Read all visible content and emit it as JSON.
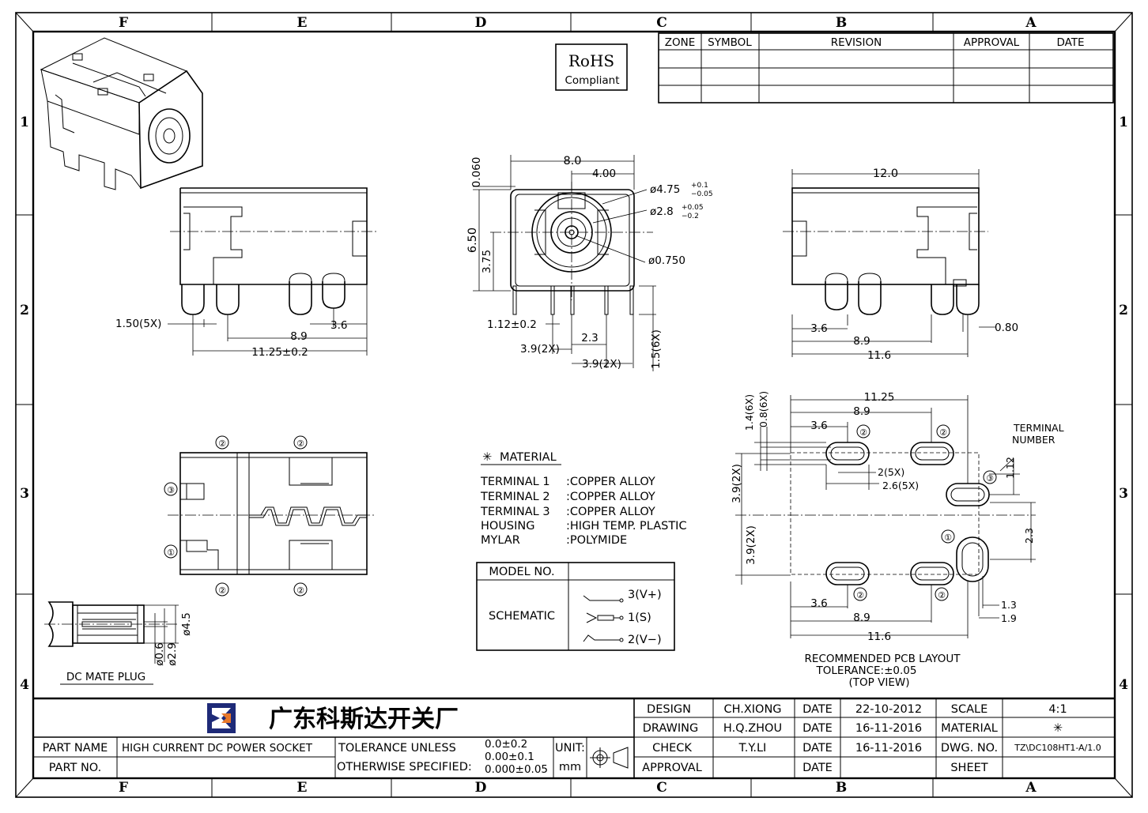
{
  "zones": {
    "columns": [
      "F",
      "E",
      "D",
      "C",
      "B",
      "A"
    ],
    "rows": [
      "1",
      "2",
      "3",
      "4"
    ]
  },
  "rohs": {
    "line1": "RoHS",
    "line2": "Compliant"
  },
  "revision_table": {
    "headers": [
      "ZONE",
      "SYMBOL",
      "REVISION",
      "APPROVAL",
      "DATE"
    ]
  },
  "front_view": {
    "width": "8.0",
    "half_width": "4.00",
    "top_offset": "0.060",
    "height": "6.50",
    "center_height": "3.75",
    "outer_dia": "ø4.75",
    "outer_tol_plus": "+0.1",
    "outer_tol_minus": "−0.05",
    "inner_dia": "ø2.8",
    "inner_tol_plus": "+0.05",
    "inner_tol_minus": "−0.2",
    "pin_dia": "ø0.750",
    "terminal_width": "1.12±0.2",
    "spacing_1": "2.3",
    "spacing_2": "3.9(2X)",
    "spacing_3": "3.9(2X)",
    "pin_len": "1.5(6X)"
  },
  "side_view_left": {
    "pin_width": "1.50(5X)",
    "d1": "3.6",
    "d2": "8.9",
    "d3": "11.25±0.2"
  },
  "side_view_right": {
    "width": "12.0",
    "d1": "3.6",
    "d2": "8.9",
    "d3": "11.6",
    "d4": "0.80"
  },
  "bottom_view": {
    "labels": [
      "②",
      "②",
      "③",
      "①",
      "②",
      "②"
    ]
  },
  "plug": {
    "label": "DC MATE PLUG",
    "d1": "ø4.5",
    "d2": "ø0.6",
    "d3": "ø2.9"
  },
  "material": {
    "title": "MATERIAL",
    "symbol": "✳",
    "rows": [
      {
        "part": "TERMINAL 1",
        "value": ":COPPER ALLOY"
      },
      {
        "part": "TERMINAL 2",
        "value": ":COPPER ALLOY"
      },
      {
        "part": "TERMINAL 3",
        "value": ":COPPER ALLOY"
      },
      {
        "part": "HOUSING",
        "value": ":HIGH TEMP. PLASTIC"
      },
      {
        "part": "MYLAR",
        "value": ":POLYMIDE"
      }
    ]
  },
  "model_table": {
    "model_label": "MODEL NO.",
    "schematic_label": "SCHEMATIC",
    "pins": [
      "3(V+)",
      "1(S)",
      "2(V−)"
    ]
  },
  "pcb_layout": {
    "d_top": "11.25",
    "d_89": "8.9",
    "d_36": "3.6",
    "d_14": "1.4(6X)",
    "d_08": "0.8(6X)",
    "d_2_5x": "2(5X)",
    "d_26_5x": "2.6(5X)",
    "d_39a": "3.9(2X)",
    "d_39b": "3.9(2X)",
    "d_112": "1.12",
    "d_23": "2.3",
    "d_13": "1.3",
    "d_19": "1.9",
    "d_36b": "3.6",
    "d_89b": "8.9",
    "d_116": "11.6",
    "terminal_label_1": "TERMINAL",
    "terminal_label_2": "NUMBER",
    "pad_labels": [
      "②",
      "②",
      "③",
      "①",
      "②",
      "②"
    ],
    "note_1": "RECOMMENDED PCB LAYOUT",
    "note_2": "TOLERANCE:±0.05",
    "note_3": "(TOP VIEW)"
  },
  "title_block": {
    "company": "广东科斯达开关厂",
    "design_label": "DESIGN",
    "design_name": "CH.XIONG",
    "design_date_label": "DATE",
    "design_date": "22-10-2012",
    "drawing_label": "DRAWING",
    "drawing_name": "H.Q.ZHOU",
    "drawing_date_label": "DATE",
    "drawing_date": "16-11-2016",
    "check_label": "CHECK",
    "check_name": "T.Y.LI",
    "check_date_label": "DATE",
    "check_date": "16-11-2016",
    "approval_label": "APPROVAL",
    "approval_date_label": "DATE",
    "scale_label": "SCALE",
    "scale_value": "4:1",
    "material_label": "MATERIAL",
    "material_value": "✳",
    "dwg_label": "DWG. NO.",
    "dwg_value": "TZ\\DC108HT1-A/1.0",
    "sheet_label": "SHEET",
    "part_name_label": "PART NAME",
    "part_name_value": "HIGH CURRENT DC POWER SOCKET",
    "part_no_label": "PART NO.",
    "tolerance_1": "TOLERANCE UNLESS",
    "tolerance_2": "OTHERWISE SPECIFIED:",
    "tol_a": "0.0±0.2",
    "tol_b": "0.00±0.1",
    "tol_c": "0.000±0.05",
    "unit_label": "UNIT:",
    "unit_value": "mm"
  }
}
